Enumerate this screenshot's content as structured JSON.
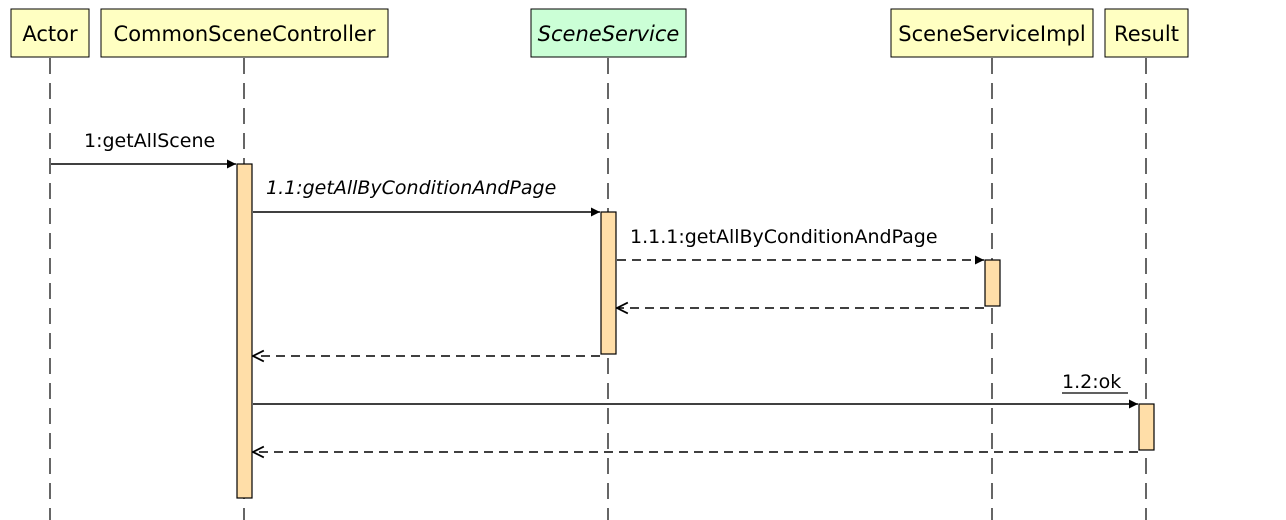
{
  "colors": {
    "participant_fill": "#ffffc2",
    "interface_fill": "#cbffd6",
    "activation_fill": "#ffdea8"
  },
  "participants": [
    {
      "id": "actor",
      "label": "Actor",
      "style": "normal"
    },
    {
      "id": "controller",
      "label": "CommonSceneController",
      "style": "normal"
    },
    {
      "id": "service",
      "label": "SceneService",
      "style": "interface"
    },
    {
      "id": "impl",
      "label": "SceneServiceImpl",
      "style": "normal"
    },
    {
      "id": "result",
      "label": "Result",
      "style": "normal"
    }
  ],
  "messages": [
    {
      "id": "m1",
      "label": "1:getAllScene",
      "from": "actor",
      "to": "controller",
      "kind": "call",
      "italic": false,
      "underline": false
    },
    {
      "id": "m11",
      "label": "1.1:getAllByConditionAndPage",
      "from": "controller",
      "to": "service",
      "kind": "call",
      "italic": true,
      "underline": false
    },
    {
      "id": "m111",
      "label": "1.1.1:getAllByConditionAndPage",
      "from": "service",
      "to": "impl",
      "kind": "async",
      "italic": false,
      "underline": false
    },
    {
      "id": "r111",
      "label": "",
      "from": "impl",
      "to": "service",
      "kind": "return"
    },
    {
      "id": "r11",
      "label": "",
      "from": "service",
      "to": "controller",
      "kind": "return"
    },
    {
      "id": "m12",
      "label": "1.2:ok",
      "from": "controller",
      "to": "result",
      "kind": "call",
      "italic": false,
      "underline": true
    },
    {
      "id": "r12",
      "label": "",
      "from": "result",
      "to": "controller",
      "kind": "return"
    }
  ]
}
